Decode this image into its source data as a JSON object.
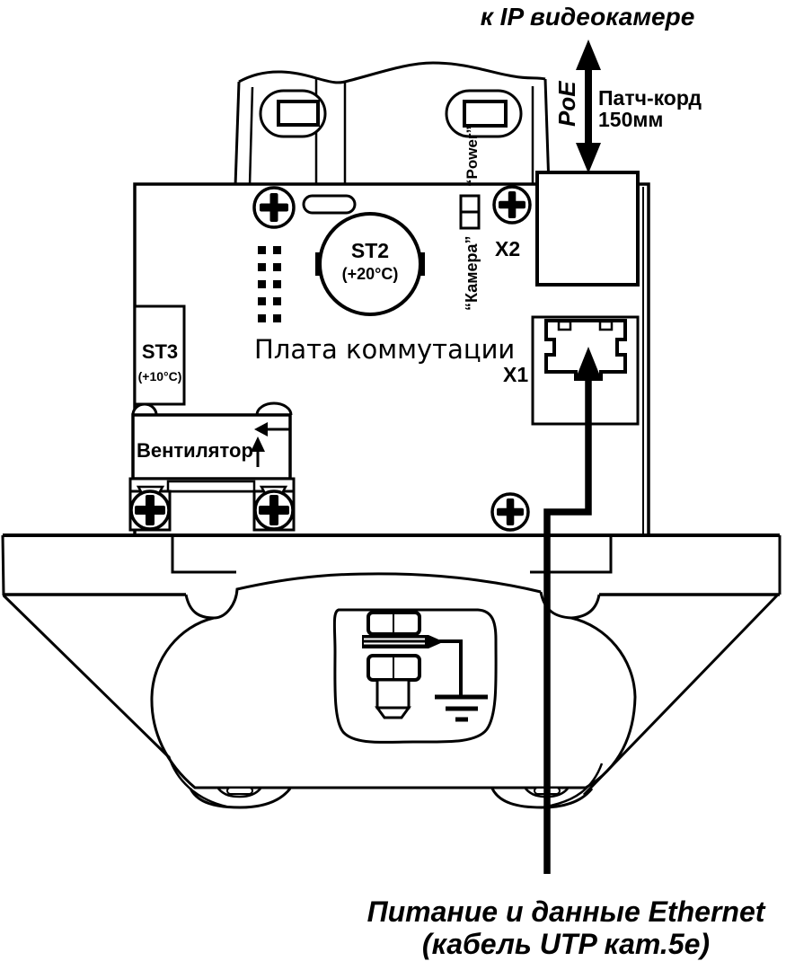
{
  "diagram": {
    "title": "к IP видеокамере",
    "poe_label": "PoE",
    "patch_cord": {
      "line1": "Патч-корд",
      "line2": "150мм"
    },
    "leds": {
      "power": "“Power”",
      "camera": "“Камера”"
    },
    "connectors": {
      "x2": "X2",
      "x1": "X1"
    },
    "thermostats": {
      "st2_name": "ST2",
      "st2_temp": "(+20°C)",
      "st3_name": "ST3",
      "st3_temp": "(+10°C)"
    },
    "board_label": "Плата коммутации",
    "fan_label": "Вентилятор",
    "cable": {
      "line1": "Питание и данные Ethernet",
      "line2": "(кабель UTP кат.5е)"
    },
    "colors": {
      "line": "#000000",
      "background": "#ffffff"
    }
  }
}
